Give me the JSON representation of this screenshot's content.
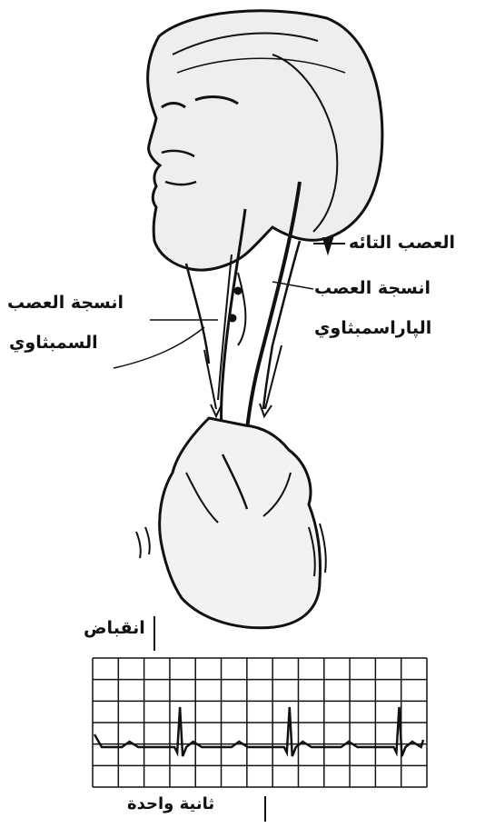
{
  "labels": {
    "vagus_nerve": "العصب التائه",
    "parasympathetic_line1": "انسجة العصب",
    "parasympathetic_line2": "الپاراسمبثاوي",
    "sympathetic_line1": "انسجة العصب",
    "sympathetic_line2": "السمبثاوي",
    "contraction": "انقباض",
    "one_second": "ثانية واحدة"
  },
  "ecg": {
    "beats": 3,
    "grid_columns": 13,
    "grid_rows": 6
  },
  "colors": {
    "ink": "#111111",
    "background": "#ffffff"
  }
}
